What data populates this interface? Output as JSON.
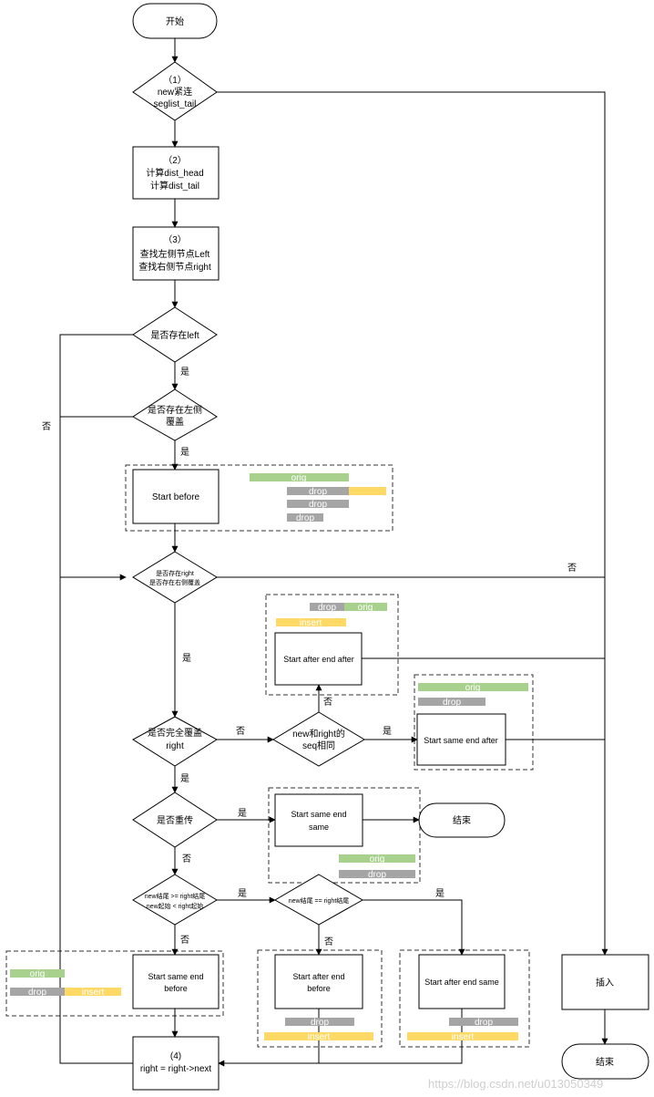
{
  "nodes": {
    "start": "开始",
    "d1": [
      "（1）",
      "new紧连",
      "seglist_tail"
    ],
    "p2": [
      "（2）",
      "计算dist_head",
      "计算dist_tail"
    ],
    "p3": [
      "（3）",
      "查找左侧节点Left",
      "查找右侧节点right"
    ],
    "d_left": "是否存在left",
    "d_left_cover": [
      "是否存在左侧",
      "覆盖"
    ],
    "p_start_before": "Start before",
    "d_right": [
      "是否存在right",
      "是否存在右侧覆盖"
    ],
    "p_after_end_after": "Start after end after",
    "d_full_cover": [
      "是否完全覆盖",
      "right"
    ],
    "d_same_seq": [
      "new和right的",
      "seq相同"
    ],
    "p_same_end_after": "Start same end after",
    "d_retrans": "是否重传",
    "p_same_end_same": [
      "Start same end",
      "same"
    ],
    "end_mid": "结束",
    "d_tail_ge": [
      "new结尾 >= right结尾",
      "new起始 < right起始"
    ],
    "d_tail_eq": "new结尾 == right结尾",
    "p_same_end_before": [
      "Start same end",
      "before"
    ],
    "p_after_end_before": [
      "Start after end",
      "before"
    ],
    "p_after_end_same": "Start after end same",
    "p4": [
      "(4)",
      "right = right->next"
    ],
    "insert": "插入",
    "end_final": "结束"
  },
  "labels": {
    "yes": "是",
    "no": "否"
  },
  "bars": {
    "orig": "orig",
    "drop": "drop",
    "insert": "insert"
  },
  "colors": {
    "orig": "#a9d18e",
    "drop": "#a5a5a5",
    "insert": "#ffd966"
  },
  "watermark": "https://blog.csdn.net/u013050349"
}
